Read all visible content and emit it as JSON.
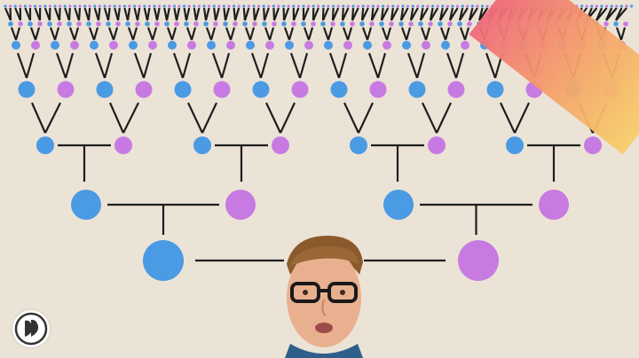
{
  "diagram": {
    "subject": "family-tree",
    "generations_visible": 6,
    "colors": {
      "paternal_node": "#4b9ae4",
      "maternal_node": "#c77be2",
      "connector": "#1e1e1e",
      "background": "#ebe3d6",
      "corner_accent": "#f28a6a"
    }
  },
  "branding": {
    "logo_icon": "pbs-logo-icon"
  },
  "presenter": {
    "icon": "presenter-face"
  }
}
